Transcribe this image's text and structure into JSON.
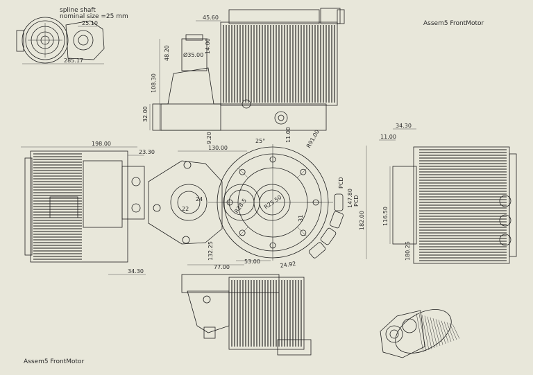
{
  "title_top_right": "Assem5 FrontMotor",
  "title_bottom_left": "Assem5 FrontMotor",
  "note_line1": "spline shaft",
  "note_line2": "nominal size =25 mm",
  "dimensions": {
    "d_25_10": "25.10",
    "d_285_17": "285.17",
    "d_45_60": "45.60",
    "d_48_20": "48.20",
    "d_dia35": "Ø35.00",
    "d_14_00": "14.00",
    "d_108_30": "108.30",
    "d_32_00": "32.00",
    "d_9_20": "9.20",
    "d_130_00": "130.00",
    "d_11_00_mid": "11.00",
    "d_25deg": "25°",
    "d_r91": "R91.00",
    "d_198_00": "198.00",
    "d_23_30": "23.30",
    "d_34_30_bl": "34.30",
    "d_34_30_r": "34.30",
    "d_11_00_r": "11.00",
    "d_116_50": "116.50",
    "d_180_25": "180.25",
    "d_132_25": "132.25",
    "d_77_00": "77.00",
    "d_53_00": "53.00",
    "d_24_92": "24.92",
    "d_r25_50": "R25.50",
    "d_r28_5": "R28.5",
    "d_182_00": "182.00",
    "d_pcd1": "PCD",
    "d_pcd2": "PCD",
    "d_147_80": "147.80",
    "d_31": "31",
    "d_24": "24",
    "d_22": "22"
  }
}
